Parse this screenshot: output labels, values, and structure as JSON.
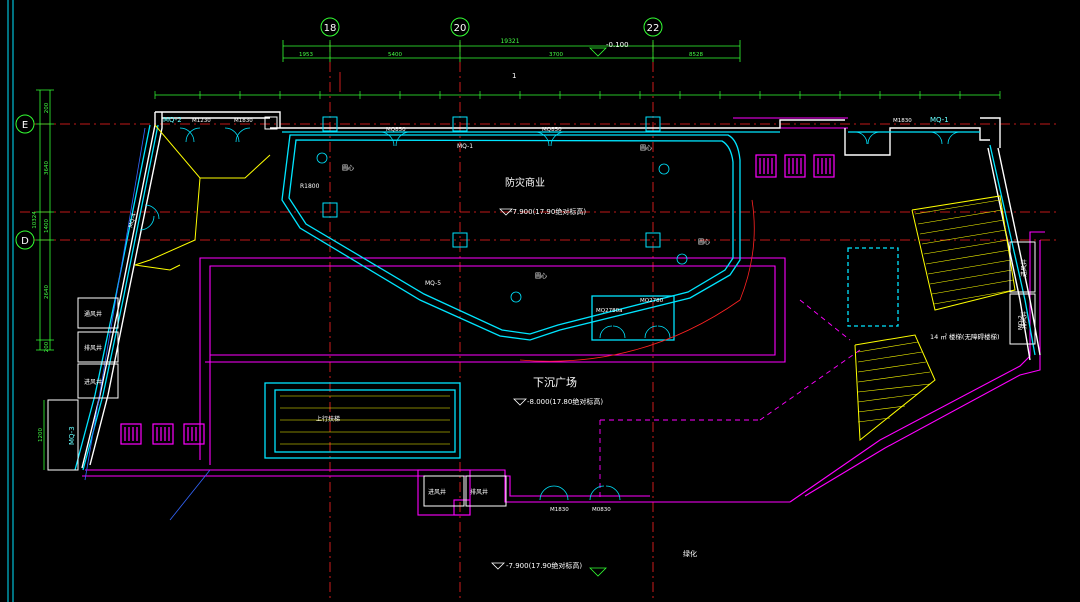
{
  "colors": {
    "background": "#000000",
    "wall_cyan": "#00e5ff",
    "wall_white": "#ffffff",
    "dim_green": "#33ff33",
    "axis_red": "#ff2222",
    "magenta": "#ff00ff",
    "yellow": "#ffff00",
    "text_white": "#ffffff"
  },
  "axis_bubbles": {
    "col_18": "18",
    "col_20": "20",
    "col_22": "22",
    "row_e": "E",
    "row_d": "D"
  },
  "top_dims": {
    "overall": "19321",
    "seg1": "1953",
    "seg2": "5400",
    "seg3": "3700",
    "seg4": "8528",
    "level_mark": "-0.100"
  },
  "left_dims": {
    "total": "10324",
    "d1": "200",
    "d2": "3640",
    "d3": "1400",
    "d4": "2640",
    "d5": "200",
    "d6": "1200"
  },
  "doors": {
    "mq2": "MQ-2",
    "m1230_a": "M1230",
    "m1830_a": "M1830",
    "mq850": "MQ850",
    "mq2_top": "MQ-1",
    "mq850_b": "MQ850",
    "m1830_b": "M1830",
    "mq1_right": "MQ-1",
    "r1800": "R1800",
    "mq5": "MQ-5",
    "mq3_left": "MQ-3",
    "mq2780a": "MQ2780a",
    "mq2780b": "MQ2780",
    "mq4_left": "MQ-4",
    "m1830_bottom": "M1830",
    "m0830_bottom": "M0830",
    "mq_right_side": "MQ-2"
  },
  "labels": {
    "shop_area": "防灾商业",
    "shop_level": "-7.900(17.90绝对标高)",
    "center_1": "圆心",
    "center_2": "圆心",
    "center_3": "圆心",
    "center_4": "圆心",
    "plaza": "下沉广场",
    "plaza_level": "-8.000(17.80绝对标高)",
    "escalator": "上行扶梯",
    "stair_note": "14 ㎡ 楼梯(无障碍楼梯)",
    "shaft_left1": "通风井",
    "shaft_left2": "排风井",
    "shaft_left3": "进风井",
    "shaft_bot1": "进风井",
    "shaft_bot2": "排风井",
    "shaft_right1": "进风井",
    "shaft_right2": "排风井",
    "bottom_area": "绿化",
    "bottom_level": "-7.900(17.90绝对标高)",
    "grid_mark": "1"
  }
}
